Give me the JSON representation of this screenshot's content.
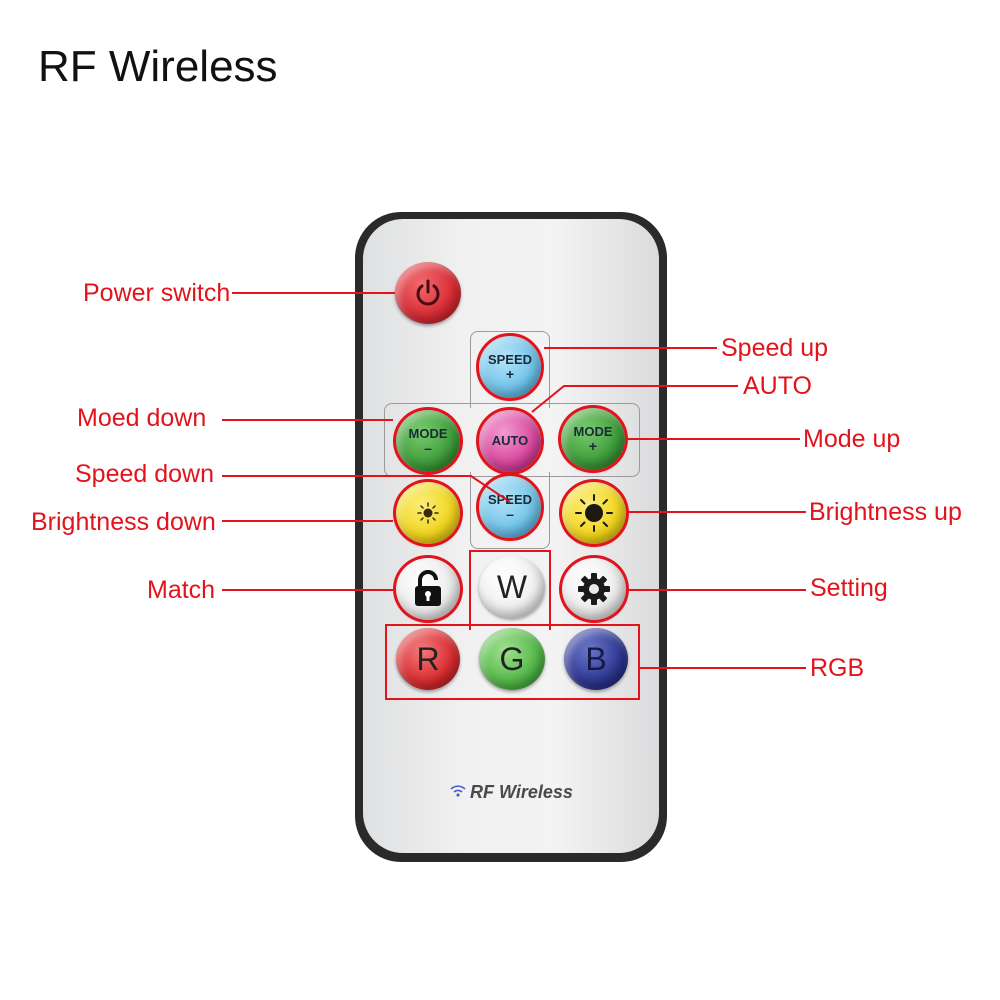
{
  "title": "RF Wireless",
  "labels": {
    "power": "Power switch",
    "speed_up": "Speed up",
    "auto": "AUTO",
    "mode_down": "Moed down",
    "mode_up": "Mode up",
    "speed_down": "Speed down",
    "brightness_down": "Brightness down",
    "brightness_up": "Brightness up",
    "match": "Match",
    "setting": "Setting",
    "rgb": "RGB"
  },
  "buttons": {
    "speed_up": {
      "top": "SPEED",
      "bottom": "+"
    },
    "mode_down": {
      "top": "MODE",
      "bottom": "–"
    },
    "auto": "AUTO",
    "mode_up": {
      "top": "MODE",
      "bottom": "+"
    },
    "speed_down": {
      "top": "SPEED",
      "bottom": "–"
    },
    "white": "W",
    "red": "R",
    "green": "G",
    "blue": "B"
  },
  "remote_logo": "RF Wireless",
  "colors": {
    "callout": "#e3131c",
    "power": "#e3303a",
    "speed": "#6fc3ea",
    "mode": "#3d9c3a",
    "auto": "#d9459d",
    "brightness": "#f2d51b",
    "white": "#f4f4f4",
    "red": "#d82a2e",
    "green": "#52b848",
    "blue": "#2c3590"
  }
}
